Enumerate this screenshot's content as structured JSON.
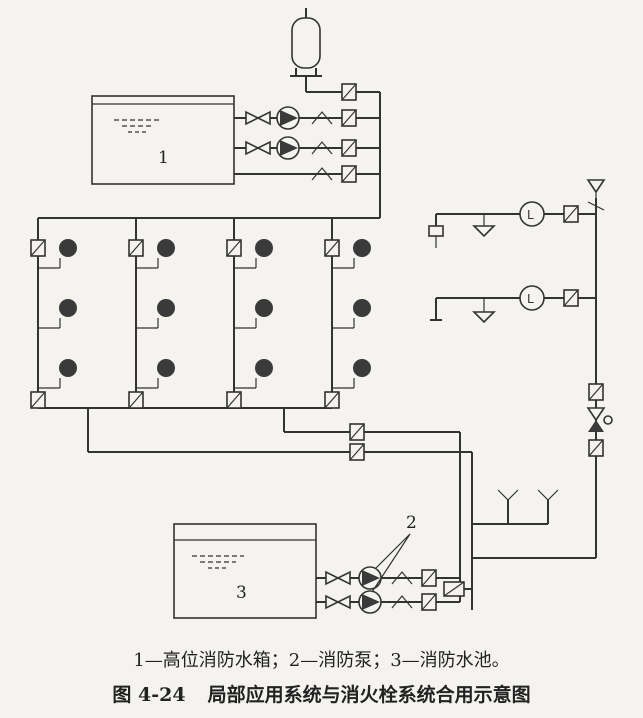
{
  "labels": {
    "tank_high": "1",
    "pool": "3",
    "pumps": "2"
  },
  "legend": "1—高位消防水箱；2—消防泵；3—消防水池。",
  "caption": {
    "number": "图 4-24",
    "title": "局部应用系统与消火栓系统合用示意图"
  }
}
